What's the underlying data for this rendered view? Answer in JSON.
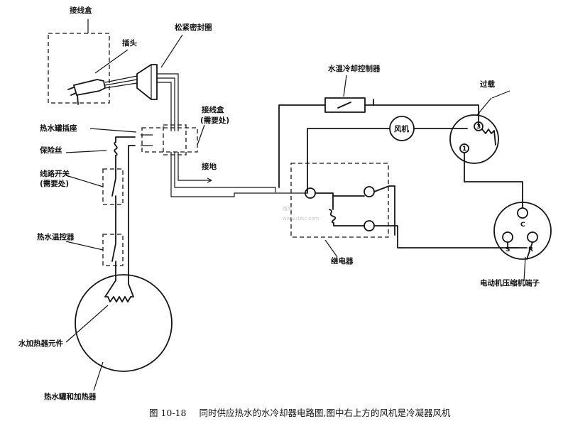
{
  "labels": {
    "junction_box_top": "接线盒",
    "plug": "插头",
    "strain_relief": "松紧密封圈",
    "water_temp_controller": "水温冷却控制器",
    "overload": "过载",
    "fan": "风机",
    "hot_tank_socket": "热水罐插座",
    "junction_box_optional": "接线盒",
    "junction_box_optional_note": "(需要处)",
    "fuse": "保险丝",
    "line_switch": "线路开关",
    "line_switch_note": "(需要处)",
    "ground": "接地",
    "hot_water_thermostat": "热水温控器",
    "relay": "继电器",
    "compressor_terminals": "电动机压缩机端子",
    "heater_element": "水加热器元件",
    "hot_tank_heater": "热水罐和加热器",
    "terminal_c": "C",
    "terminal_s": "S",
    "terminal_r": "R",
    "overload_terminal_3": "3",
    "overload_terminal_1": "1"
  },
  "watermark": {
    "line1": "维库",
    "line2": "www.dzsc.com"
  },
  "caption": {
    "figure_number": "图 10-18",
    "text": "同时供应热水的水冷却器电路图,图中右上方的风机是冷凝器风机"
  }
}
